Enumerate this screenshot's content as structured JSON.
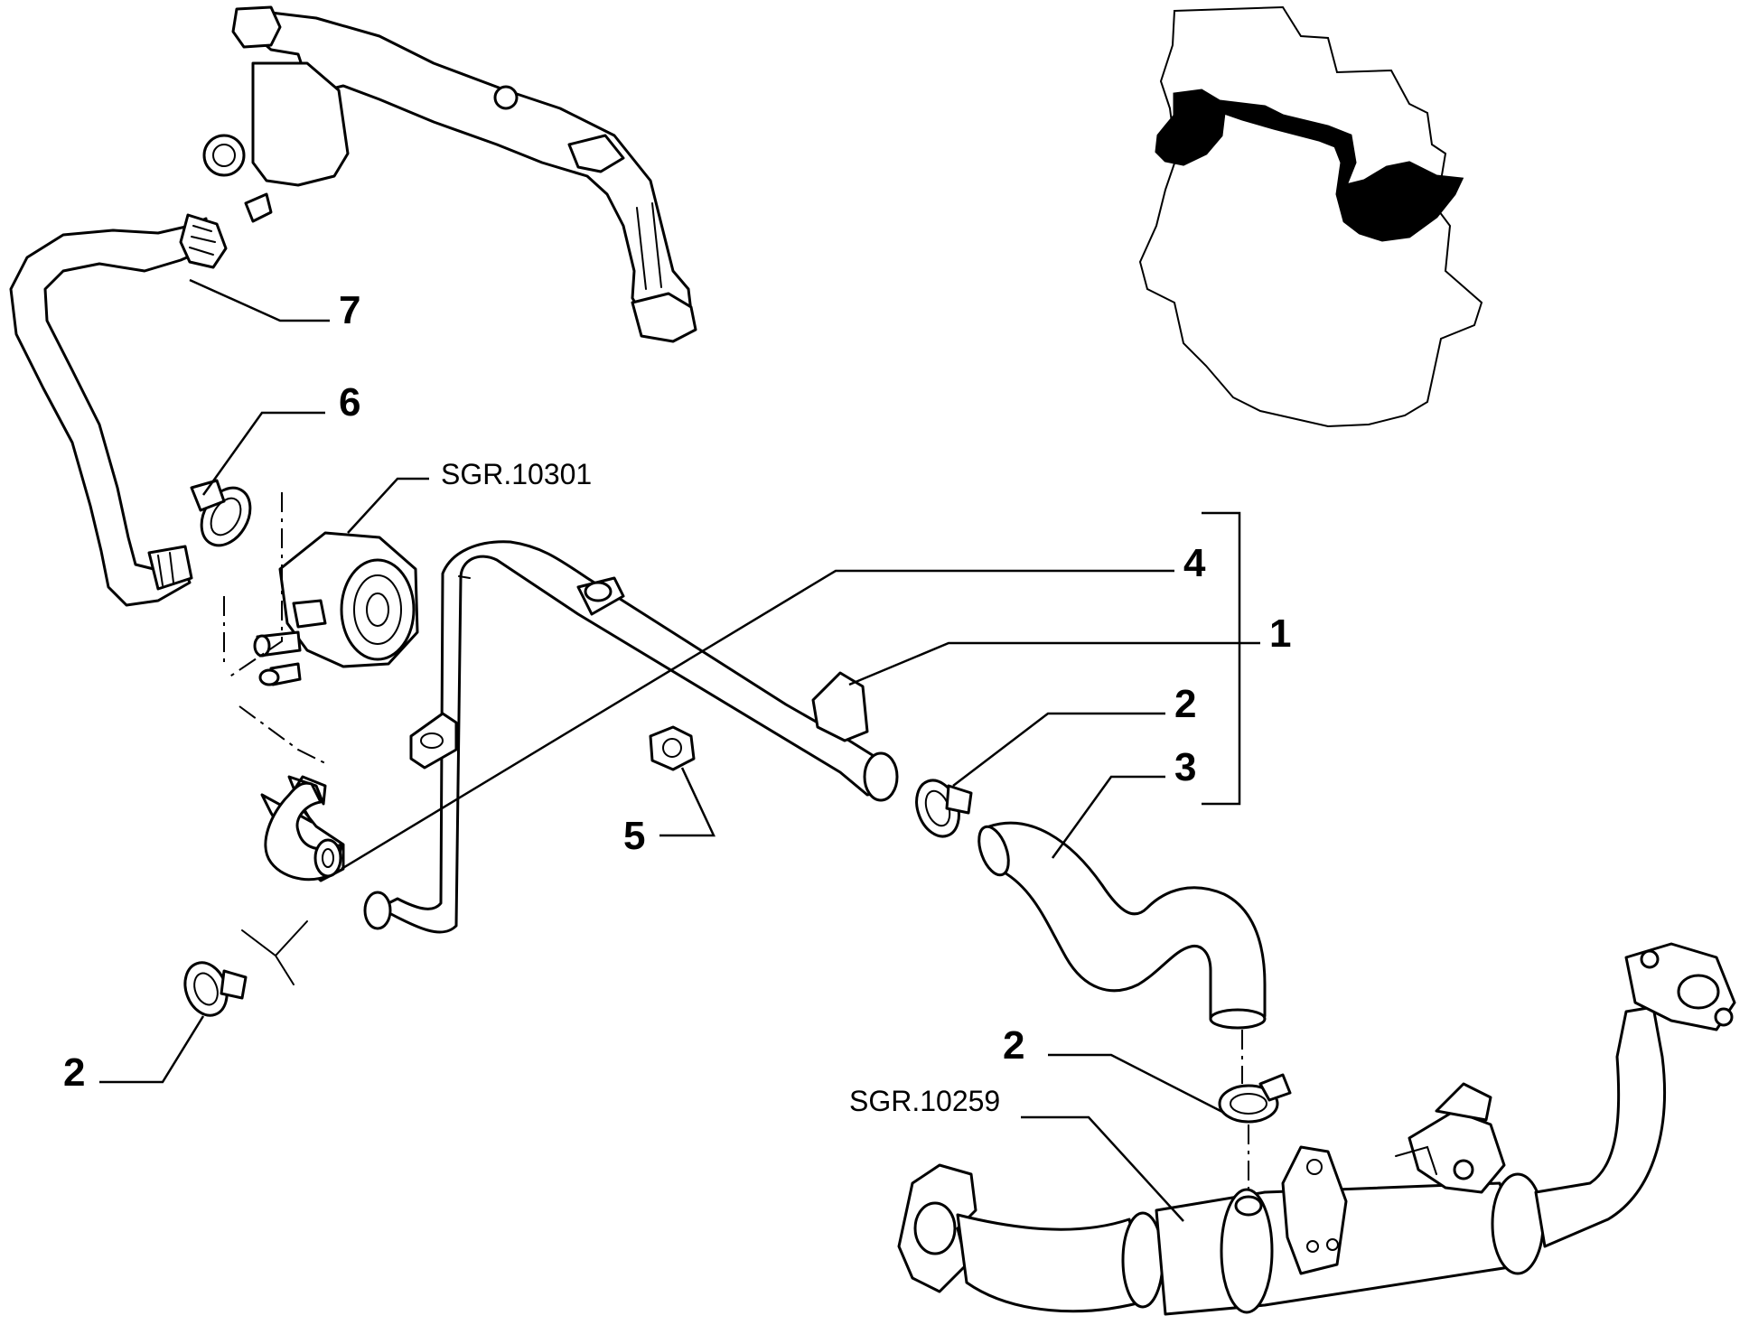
{
  "callouts": [
    {
      "id": "c7",
      "label": "7"
    },
    {
      "id": "c6",
      "label": "6"
    },
    {
      "id": "c4",
      "label": "4"
    },
    {
      "id": "c1",
      "label": "1"
    },
    {
      "id": "c2a",
      "label": "2"
    },
    {
      "id": "c3",
      "label": "3"
    },
    {
      "id": "c5",
      "label": "5"
    },
    {
      "id": "c2b",
      "label": "2"
    },
    {
      "id": "c2c",
      "label": "2"
    }
  ],
  "references": [
    {
      "id": "sgr1",
      "label": "SGR.10301"
    },
    {
      "id": "sgr2",
      "label": "SGR.10259"
    }
  ]
}
